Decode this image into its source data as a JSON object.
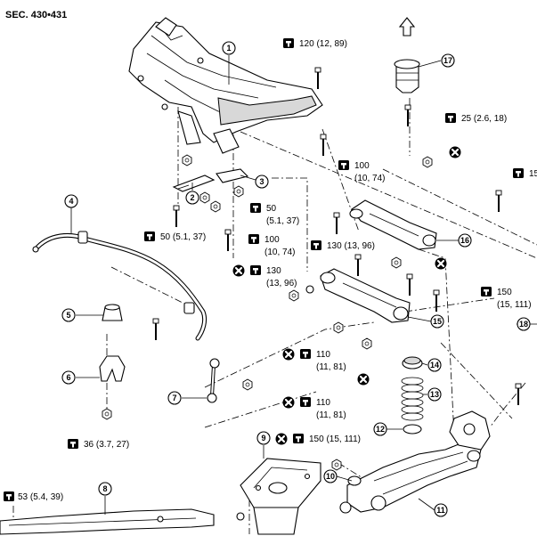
{
  "section": "SEC. 430•431",
  "callouts": {
    "c1": "1",
    "c2": "2",
    "c3": "3",
    "c4": "4",
    "c5": "5",
    "c6": "6",
    "c7": "7",
    "c8": "8",
    "c9": "9",
    "c10": "10",
    "c11": "11",
    "c12": "12",
    "c13": "13",
    "c14": "14",
    "c15": "15",
    "c16": "16",
    "c17": "17",
    "c18": "18"
  },
  "torques": {
    "t120": "120 (12, 89)",
    "t25": "25 (2.6, 18)",
    "t100a_1": "100",
    "t100a_2": "(10, 74)",
    "t15_right": "15",
    "t50a_1": "50",
    "t50a_2": "(5.1, 37)",
    "t50b": "50 (5.1, 37)",
    "t100b_1": "100",
    "t100b_2": "(10, 74)",
    "t130a": "130 (13, 96)",
    "t130b_1": "130",
    "t130b_2": "(13, 96)",
    "t150a_1": "150",
    "t150a_2": "(15, 111)",
    "t110a_1": "110",
    "t110a_2": "(11, 81)",
    "t110b_1": "110",
    "t110b_2": "(11, 81)",
    "t36": "36 (3.7, 27)",
    "t150b": "150 (15, 111)",
    "t53": "53 (5.4, 39)"
  },
  "icons": {
    "torque": "torque-wrench-icon",
    "replace": "do-not-reuse-icon",
    "front": "front-arrow-icon"
  }
}
